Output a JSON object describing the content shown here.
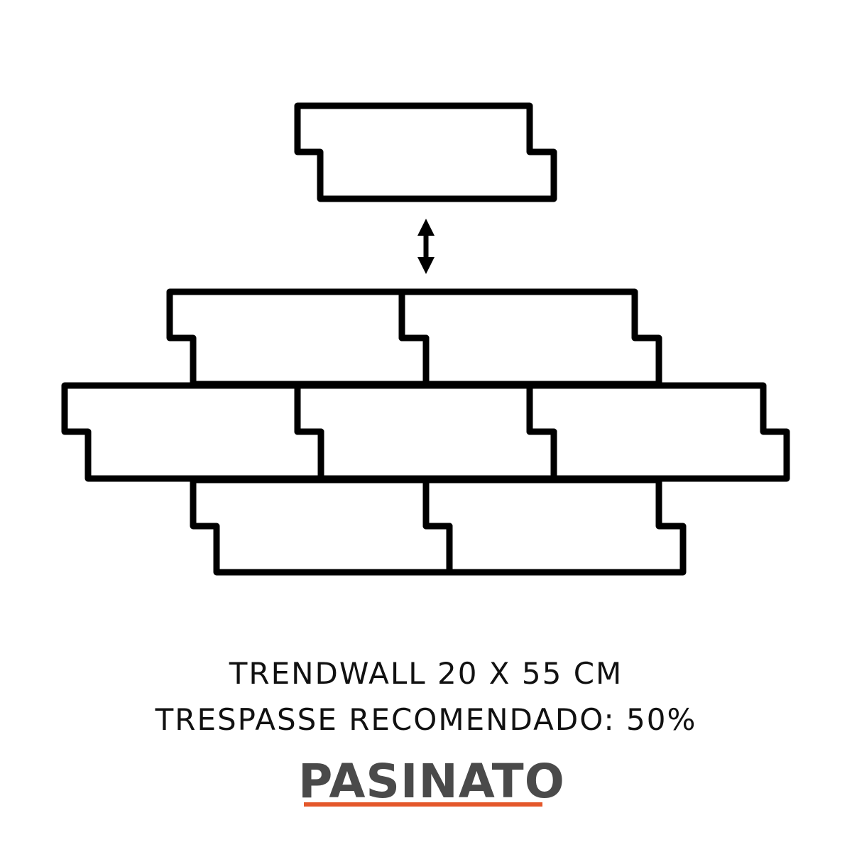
{
  "caption": {
    "line1": "TRENDWALL 20 X 55 CM",
    "line2": "TRESPASSE RECOMENDADO: 50%"
  },
  "logo": {
    "text": "PASINATO",
    "registered": "®"
  },
  "colors": {
    "stroke": "#000000",
    "text": "#111111",
    "logo_text": "#4a4a4a",
    "logo_accent": "#e4572a",
    "background": "#ffffff"
  },
  "icons": {
    "arrow": "double-headed-vertical-arrow"
  }
}
